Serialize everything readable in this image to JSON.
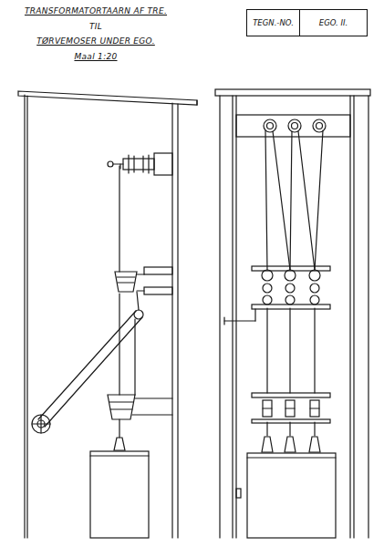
{
  "diagram": {
    "title": "TRANSFORMATORTAARN AF TRE.",
    "nodes": [
      {
        "text": [
          "TEGN.-NO.",
          "EGO. II."
        ]
      }
    ],
    "labels": [
      "TIL",
      "TØRVEMOSER UNDER EGO.",
      "Maal 1:20"
    ]
  }
}
